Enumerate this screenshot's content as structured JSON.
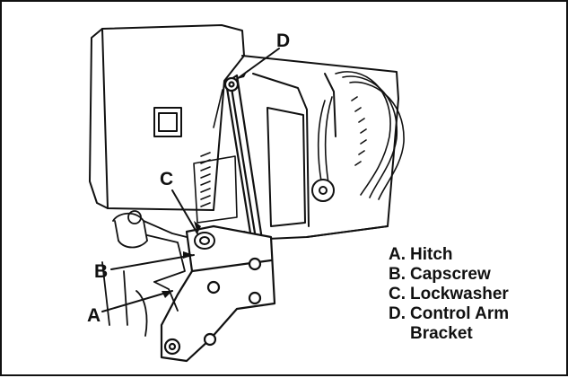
{
  "callouts": {
    "a": "A",
    "b": "B",
    "c": "C",
    "d": "D"
  },
  "legend": [
    {
      "key": "A.",
      "text": "Hitch"
    },
    {
      "key": "B.",
      "text": "Capscrew"
    },
    {
      "key": "C.",
      "text": "Lockwasher"
    },
    {
      "key": "D.",
      "text": "Control Arm Bracket"
    }
  ]
}
